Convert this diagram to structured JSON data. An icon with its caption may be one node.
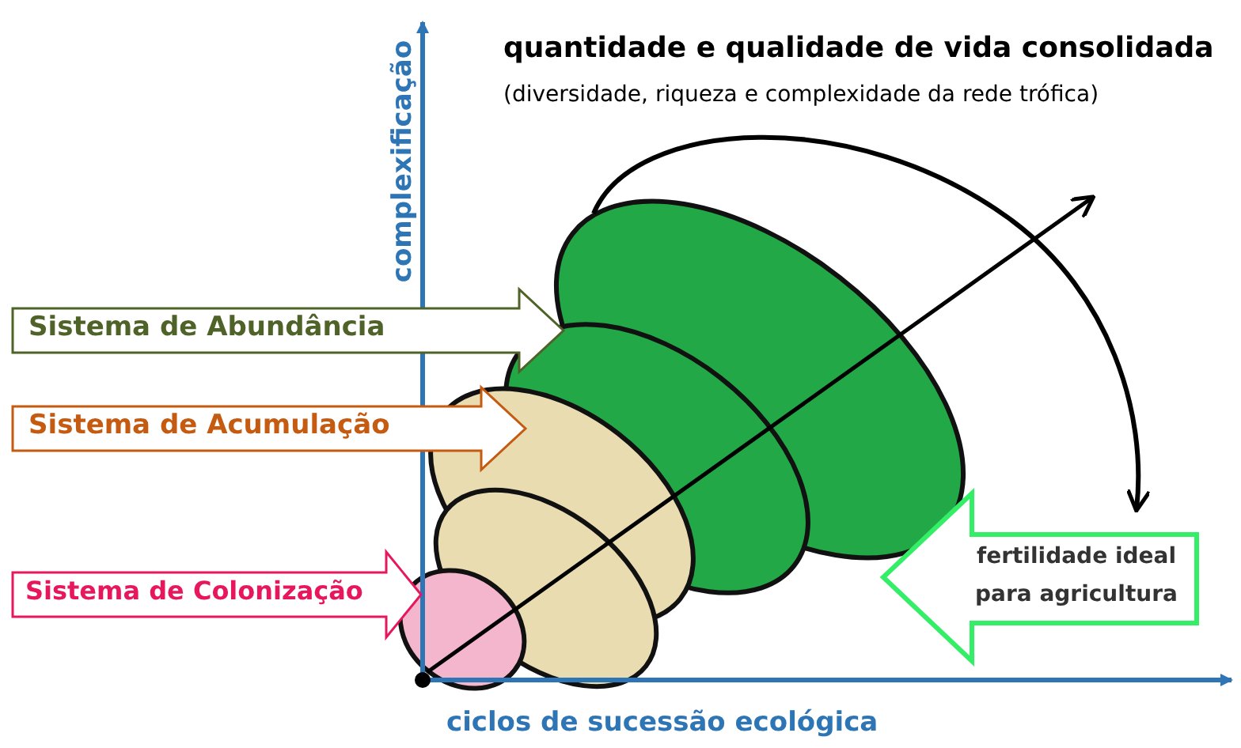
{
  "diagram": {
    "nodes": [
      {
        "text": [
          "Sistema de Abundância"
        ]
      },
      {
        "text": [
          "Sistema de Acumulação"
        ]
      },
      {
        "text": [
          "Sistema de Colonização"
        ]
      },
      {
        "text": [
          "fertilidade ideal para agricultura"
        ]
      }
    ],
    "labels": [
      "complexificação",
      "quantidade e qualidade de vida consolidada",
      "(diversidade, riqueza e complexidade da rede trófica)",
      "ciclos de sucessão ecológica"
    ]
  }
}
